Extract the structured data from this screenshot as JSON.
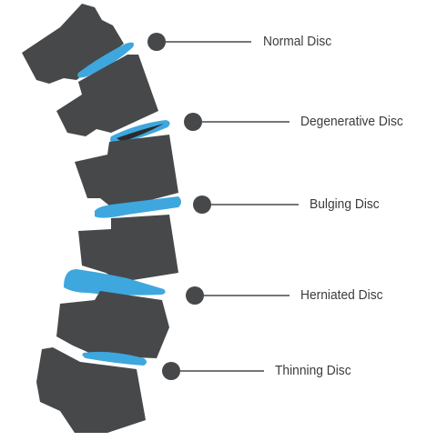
{
  "colors": {
    "bone": "#46484a",
    "disc": "#3ea7de",
    "disc_dark": "#2a2c2e",
    "leader": "#46484a",
    "label_text": "#3b3b3b"
  },
  "labels": {
    "normal": "Normal Disc",
    "degenerative": "Degenerative Disc",
    "bulging": "Bulging Disc",
    "herniated": "Herniated Disc",
    "thinning": "Thinning Disc"
  }
}
